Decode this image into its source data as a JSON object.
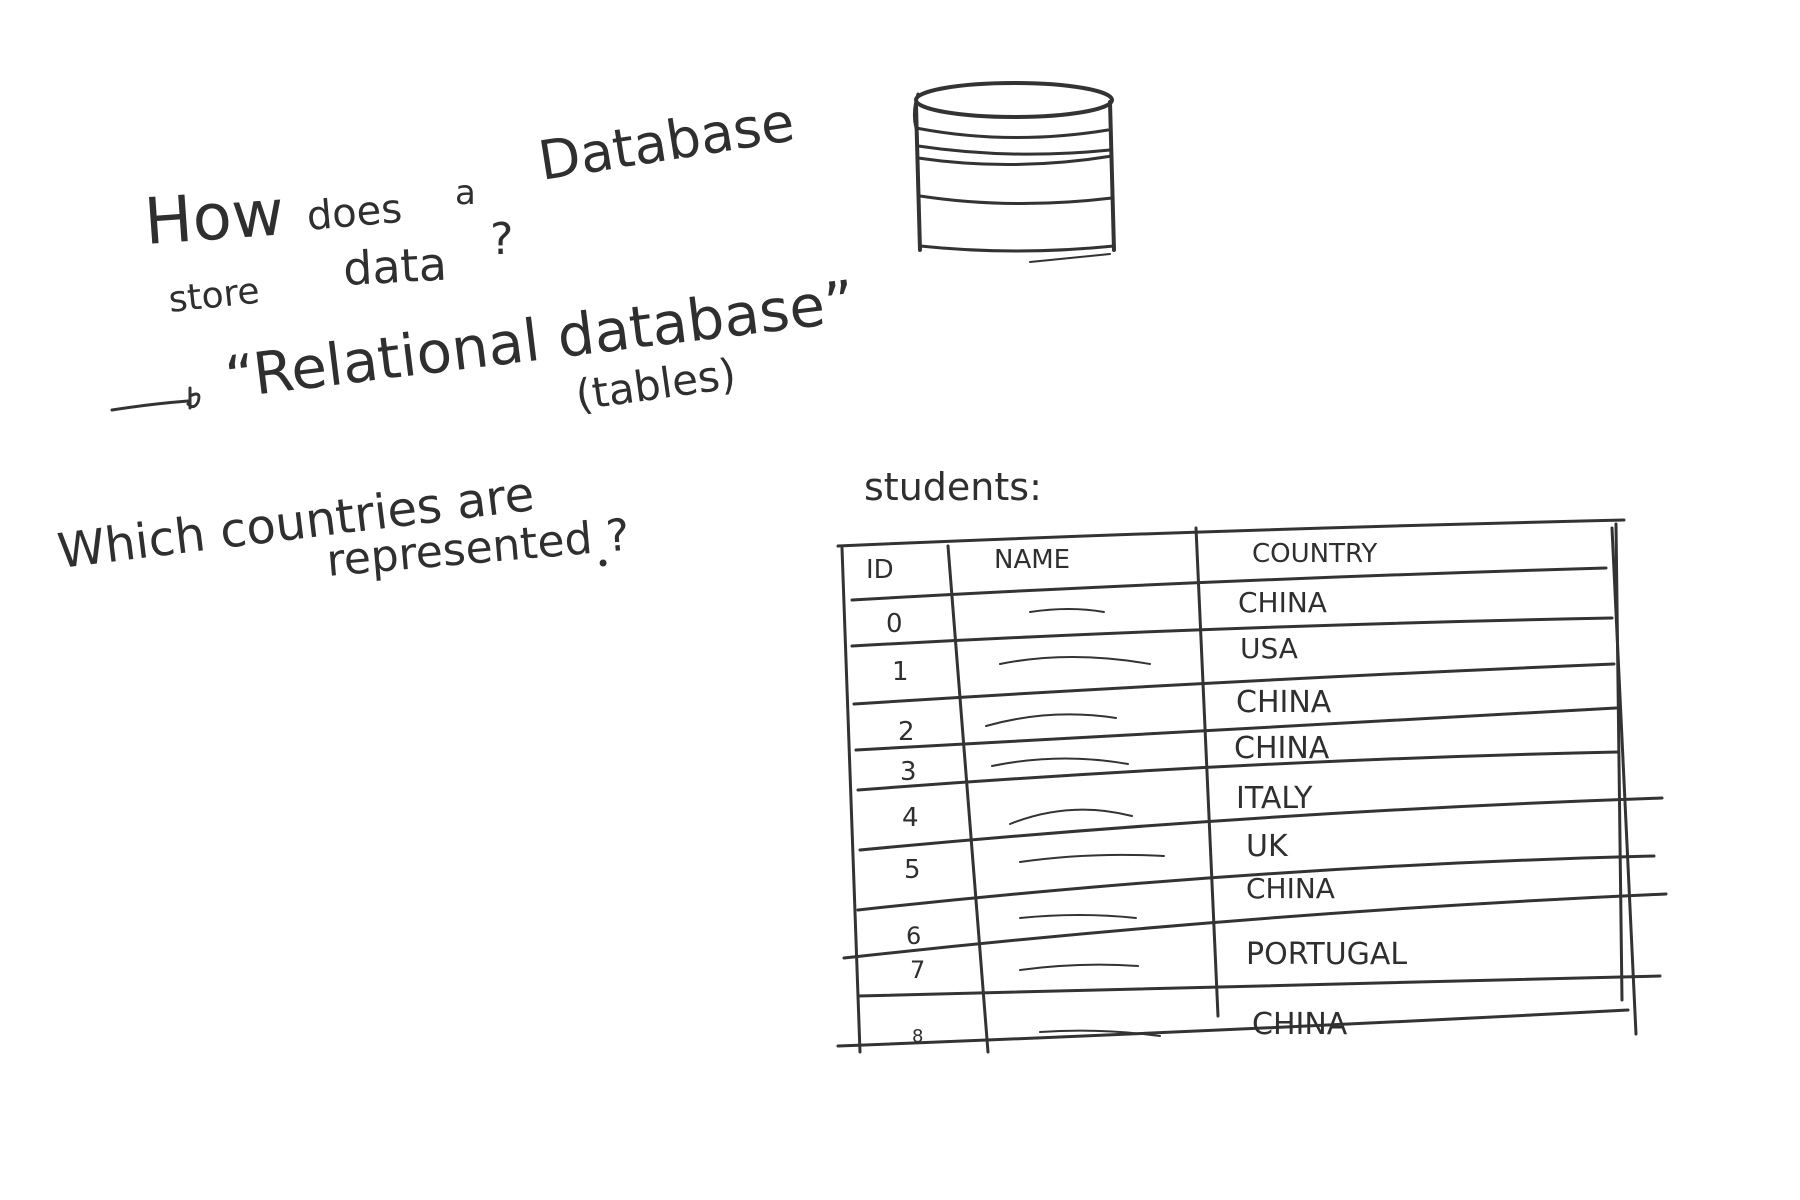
{
  "question": {
    "line1_words": [
      "How",
      "does",
      "a",
      "Database"
    ],
    "line2_words": [
      "store",
      "data",
      "?"
    ],
    "answer_arrow": "—▷",
    "answer": "“Relational database”",
    "answer_note": "(tables)"
  },
  "followup": {
    "line1": "Which countries are",
    "line2": "represented ?"
  },
  "database_icon": "database-cylinder-icon",
  "table": {
    "title": "students:",
    "columns": [
      "ID",
      "NAME",
      "COUNTRY"
    ],
    "rows": [
      {
        "id": "0",
        "country": "CHINA"
      },
      {
        "id": "1",
        "country": "USA"
      },
      {
        "id": "2",
        "country": "CHINA"
      },
      {
        "id": "3",
        "country": "CHINA"
      },
      {
        "id": "4",
        "country": "ITALY"
      },
      {
        "id": "5",
        "country": "UK"
      },
      {
        "id": "6",
        "country": "CHINA"
      },
      {
        "id": "7",
        "country": "PORTUGAL"
      },
      {
        "id": "8",
        "country": "CHINA"
      }
    ]
  },
  "colors": {
    "ink": "#333333",
    "paper": "#ffffff"
  }
}
